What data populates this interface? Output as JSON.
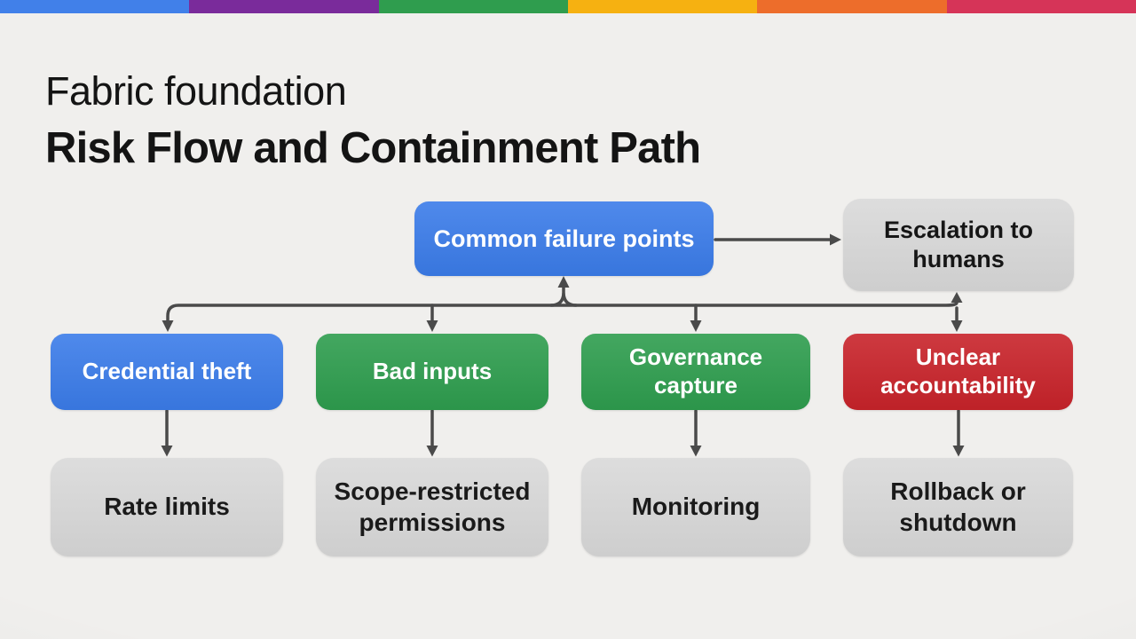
{
  "slide": {
    "background": "#f0efed",
    "title": {
      "kicker": "Fabric foundation",
      "heading": "Risk Flow and Containment Path",
      "color": "#141414"
    },
    "stripe": [
      {
        "name": "blue",
        "color": "#4180e9"
      },
      {
        "name": "purple",
        "color": "#7a2b9b"
      },
      {
        "name": "green",
        "color": "#2f9d4e"
      },
      {
        "name": "yellow",
        "color": "#f6b111"
      },
      {
        "name": "orange",
        "color": "#ed6d2b"
      },
      {
        "name": "crimson",
        "color": "#d63458"
      }
    ]
  },
  "diagram": {
    "arrow_color": "#4a4a4a",
    "nodes": {
      "common": {
        "label": "Common failure points",
        "bg": "#3b7ce9",
        "fg": "#ffffff"
      },
      "escalation": {
        "label": "Escalation to humans",
        "bg": "#d9d9d9",
        "fg": "#161616"
      },
      "credential": {
        "label": "Credential theft",
        "bg": "#3b7ce9",
        "fg": "#ffffff"
      },
      "bad_inputs": {
        "label": "Bad inputs",
        "bg": "#2e9d4e",
        "fg": "#ffffff"
      },
      "governance": {
        "label": "Governance capture",
        "bg": "#2e9d4e",
        "fg": "#ffffff"
      },
      "unclear": {
        "label": "Unclear accountability",
        "bg": "#c8232a",
        "fg": "#ffffff"
      },
      "rate_limits": {
        "label": "Rate limits",
        "bg": "#d9d9d9",
        "fg": "#1a1a1a"
      },
      "scope": {
        "label": "Scope-restricted permissions",
        "bg": "#d9d9d9",
        "fg": "#1a1a1a"
      },
      "monitoring": {
        "label": "Monitoring",
        "bg": "#d9d9d9",
        "fg": "#1a1a1a"
      },
      "rollback": {
        "label": "Rollback or shutdown",
        "bg": "#d9d9d9",
        "fg": "#1a1a1a"
      }
    },
    "edges": [
      {
        "from": "common",
        "to": "escalation",
        "arrow": "right"
      },
      {
        "from": "credential",
        "to": "common",
        "arrow": "up-via-bus"
      },
      {
        "from": "bad_inputs",
        "to": "common",
        "arrow": "up-via-bus"
      },
      {
        "from": "governance",
        "to": "common",
        "arrow": "up-via-bus"
      },
      {
        "from": "unclear",
        "to": "common",
        "arrow": "up-via-bus"
      },
      {
        "from": "bus",
        "to": "credential",
        "arrow": "down"
      },
      {
        "from": "bus",
        "to": "bad_inputs",
        "arrow": "down"
      },
      {
        "from": "bus",
        "to": "governance",
        "arrow": "down"
      },
      {
        "from": "bus",
        "to": "unclear",
        "arrow": "down"
      },
      {
        "from": "bus",
        "to": "escalation",
        "arrow": "up"
      },
      {
        "from": "credential",
        "to": "rate_limits",
        "arrow": "down"
      },
      {
        "from": "bad_inputs",
        "to": "scope",
        "arrow": "down"
      },
      {
        "from": "governance",
        "to": "monitoring",
        "arrow": "down"
      },
      {
        "from": "unclear",
        "to": "rollback",
        "arrow": "down"
      }
    ]
  }
}
